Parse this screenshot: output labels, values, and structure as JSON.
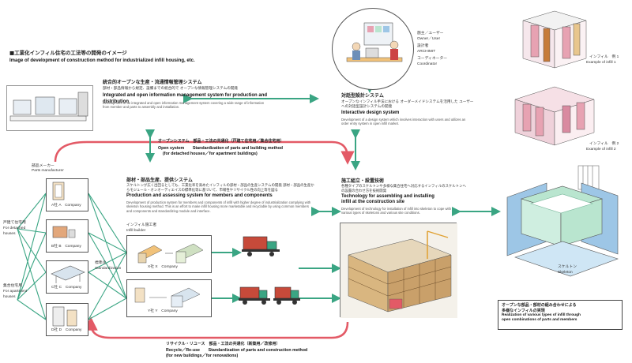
{
  "title": {
    "jp": "■工業化インフィル住宅の工法等の開発のイメージ",
    "en": "Image of development of construction method for industrialized infill housing, etc."
  },
  "info_system": {
    "jp": "統合的オープンな生産・流通情報管理システム",
    "jp_sub": "部材・部品情報から規定、設備までの統合的で オープンな情報管理システムの開発",
    "en": "Integrated and open information management system for production and distribution",
    "desc": "Development of an integrated and open information management system covering a wide range of information from member and parts to assembly and installation."
  },
  "design_system": {
    "jp": "対話型設計システム",
    "jp_sub": "オープンなインフィル手法における オーダーメイドシステムを活用した ユーザーへの対話型設計システムの開発",
    "en": "Interactive design system",
    "desc": "Development of a design system which involves interaction with users and utilizes an order entry system in open infill market."
  },
  "people": {
    "owner_jp": "施主／ユーザー",
    "owner_en": "Owner／User",
    "architect_jp": "設計者",
    "architect_en": "ARCHIMIT",
    "coordinator_jp": "コーディネーター",
    "coordinator_en": "Coordinator"
  },
  "open_system": {
    "jp": "オープンシステム　部品・工法の共通化（戸建て住宅用／集合住宅用）",
    "en1": "Open system　　Standardization of parts and building method",
    "en2": "(for detached houses／for apartment buildings)"
  },
  "production_system": {
    "jp": "部材・部品生産、提供システム",
    "jp_sub": "スケルトンが広く出回るとしても、工業化率を高めたインフィルの部材・部品の生産システムの開発 部材・部品の生産からモジュール・オンオーディエイスの標準化等に基づいて、市場性やリサイクル性の向上等を図る",
    "en": "Production and assessing system for members and components",
    "desc": "Development of production system for members and components of infill with higher degree of industrialization complying with skeleton housing method. This is an effort to make infill housing more marketable and recyclable by using common members and components and standardizing module and interface."
  },
  "assembly_tech": {
    "jp": "施工組立・設置技術",
    "jp_sub": "各種タイプのスケルトンや多様な集合住宅へ対応するインフィルのスケルトンへの設置の合わせ方を技術開発",
    "en1": "Technology for assembling and installing",
    "en2": "infill at the construction site",
    "desc": "Development of technology for installation of infill into skeleton to cope with various types of skeletons and various site conditions."
  },
  "parts_maker": {
    "jp": "部品メーカー",
    "en": "Parts manufacturer"
  },
  "companies": [
    {
      "jp": "A社",
      "en": "A　Company"
    },
    {
      "jp": "B社",
      "en": "B　Company"
    },
    {
      "jp": "C社",
      "en": "C　Company"
    },
    {
      "jp": "D社",
      "en": "D　Company"
    }
  ],
  "detached": {
    "jp": "戸建て住宅用",
    "en1": "For detached",
    "en2": "houses"
  },
  "apartment": {
    "jp": "集合住宅用",
    "en1": "For apartment",
    "en2": "houses"
  },
  "standard": {
    "jp": "標準化",
    "en": "Standardization"
  },
  "infill_builder": {
    "jp": "インフィル施工者",
    "en": "Infill builder"
  },
  "builders": [
    {
      "jp": "X社",
      "en": "X　Company"
    },
    {
      "jp": "Y社",
      "en": "Y　Company"
    }
  ],
  "recycle": {
    "jp": "リサイクル・リユース　部品・工法の共通化（新築用／改修用）",
    "en1": "Recycle／Re-use　　Standardization of parts and construction method",
    "en2": "(for new buildings／for renovations)"
  },
  "infill_examples": [
    {
      "jp": "インフィル　例 1",
      "en": "Example of infill 1"
    },
    {
      "jp": "インフィル　例 2",
      "en": "Example of infill 2"
    }
  ],
  "skeleton": {
    "jp": "スケルトン",
    "en": "Skeleton"
  },
  "realization": {
    "jp1": "オープンな部品・部材の組み合わせによる",
    "jp2": "多様なインフィルの実現",
    "en1": "Realization of various types of infill through",
    "en2": "open combinations of parts and members"
  },
  "colors": {
    "arrow_green": "#3aa583",
    "arrow_red": "#e35a66",
    "infill_pink": "#e7a2b2",
    "skeleton_green": "#b9e5cf",
    "skeleton_blue": "#9dc6e6"
  }
}
